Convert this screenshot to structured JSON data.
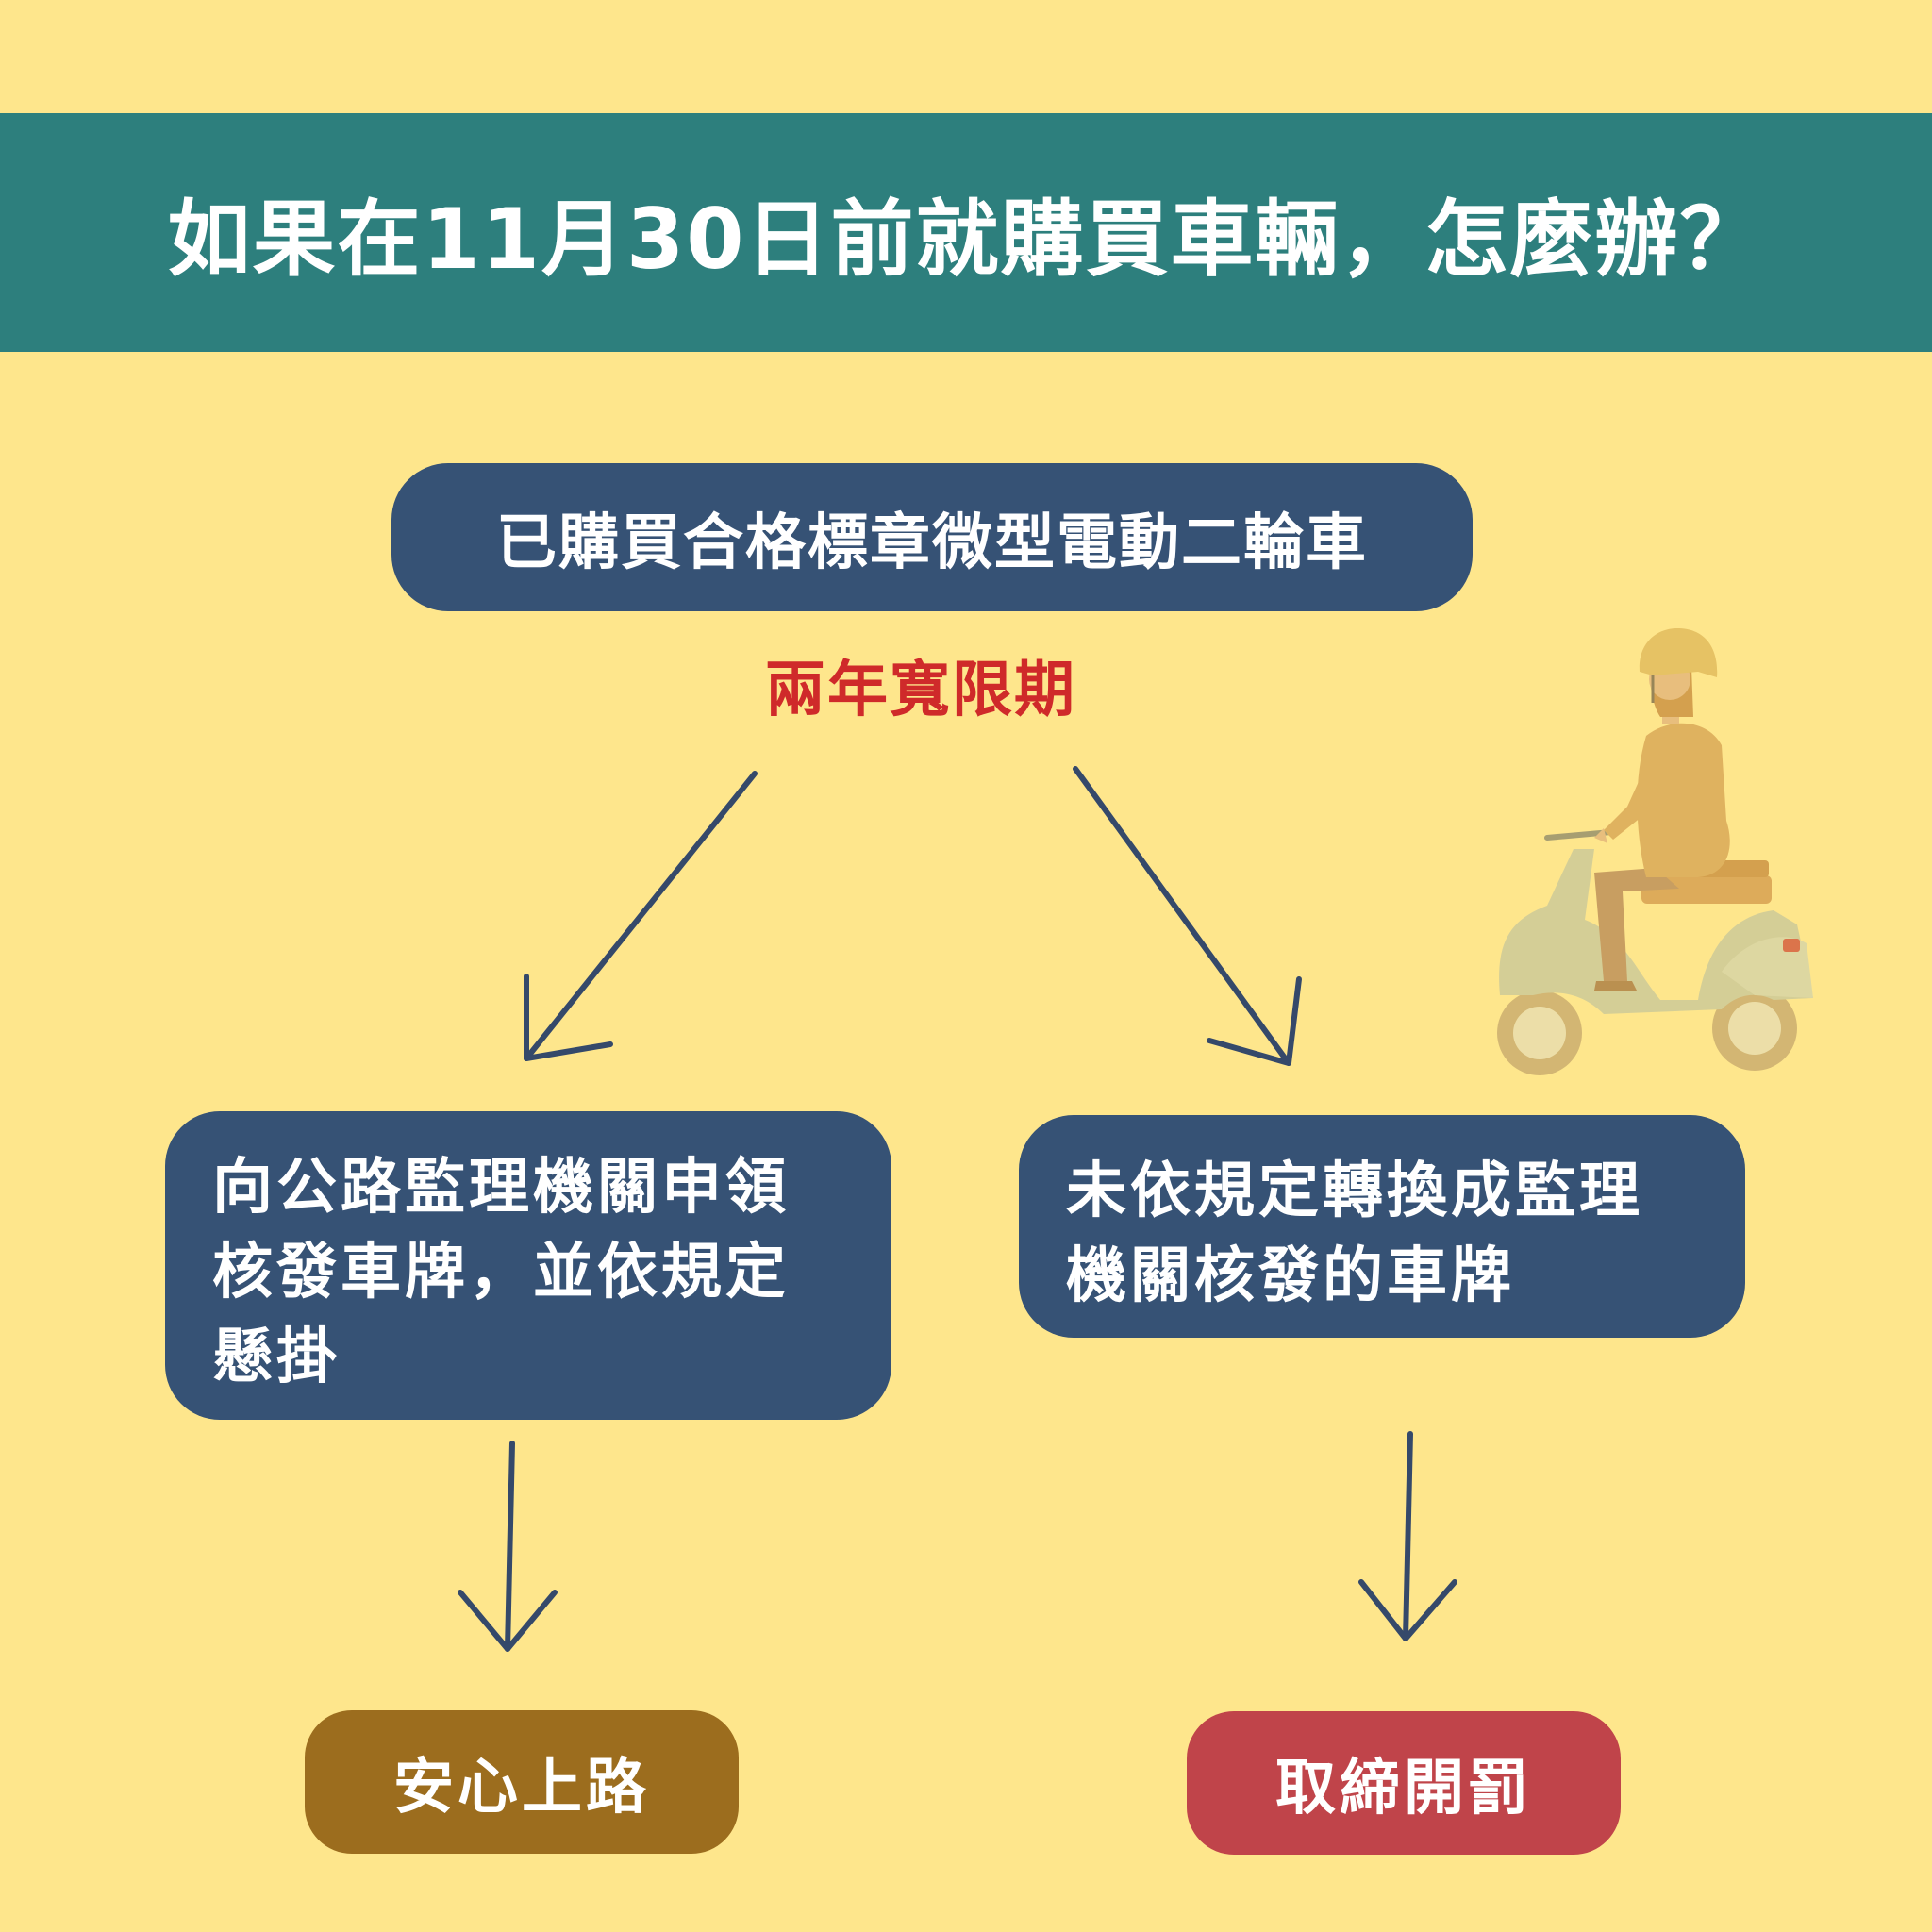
{
  "header": {
    "title": "如果在11月30日前就購買車輛，怎麼辦？"
  },
  "flow": {
    "start": "已購買合格標章微型電動二輪車",
    "grace_period": "兩年寬限期",
    "options": [
      {
        "lines": [
          "向公路監理機關申領",
          "核發車牌，並依規定",
          "懸掛"
        ]
      },
      {
        "lines": [
          "未依規定轉換成監理",
          "機關核發的車牌"
        ]
      }
    ],
    "results": [
      {
        "label": "安心上路"
      },
      {
        "label": "取締開罰"
      }
    ]
  },
  "colors": {
    "background": "#fee68c",
    "banner": "#2d7f7d",
    "box": "#365275",
    "arrow": "#35496a",
    "grace_text": "#cf2a2a",
    "result_safe": "#9c6d1e",
    "result_fine": "#c0444a"
  },
  "illustration": {
    "icon": "scooter-rider-icon"
  }
}
